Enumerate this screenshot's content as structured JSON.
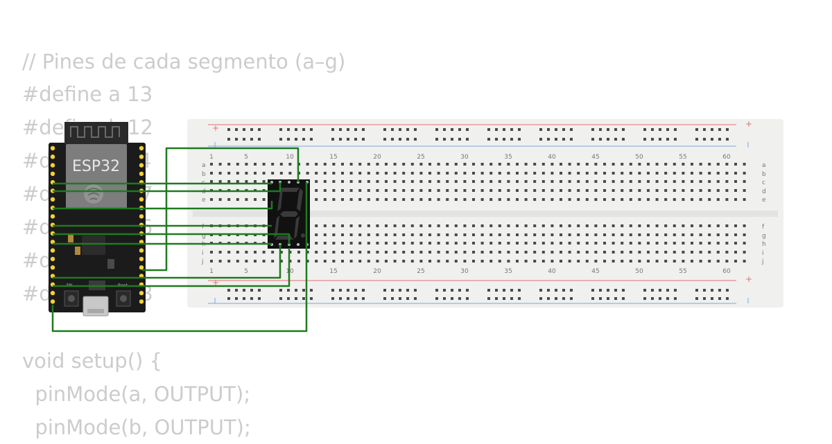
{
  "code": [
    "// Pines de cada segmento (a–g)",
    "#define a 13",
    "#define b 12",
    "#define c 14",
    "#define d 27",
    "#define e 26",
    "#define f 25",
    "#define g 33",
    "",
    "void setup() {",
    "  pinMode(a, OUTPUT);",
    "  pinMode(b, OUTPUT);"
  ],
  "board": {
    "title": "ESP32",
    "en_label": "EN",
    "boot_label": "Boot"
  },
  "breadboard": {
    "column_numbers": [
      "1",
      "5",
      "10",
      "15",
      "20",
      "25",
      "30",
      "35",
      "40",
      "45",
      "50",
      "55",
      "60"
    ],
    "rows_top": [
      "a",
      "b",
      "c",
      "d",
      "e"
    ],
    "rows_bottom": [
      "f",
      "g",
      "h",
      "i",
      "j"
    ],
    "plus_sign": "+"
  },
  "colors": {
    "wire": "#1e7a1e",
    "board": "#1b1b1b",
    "breadboard": "#f0f0ef",
    "rail_red": "#e07070",
    "rail_blue": "#7aa9d8",
    "pin_gold": "#f3d13a",
    "segment_off": "#3a3a3a"
  }
}
